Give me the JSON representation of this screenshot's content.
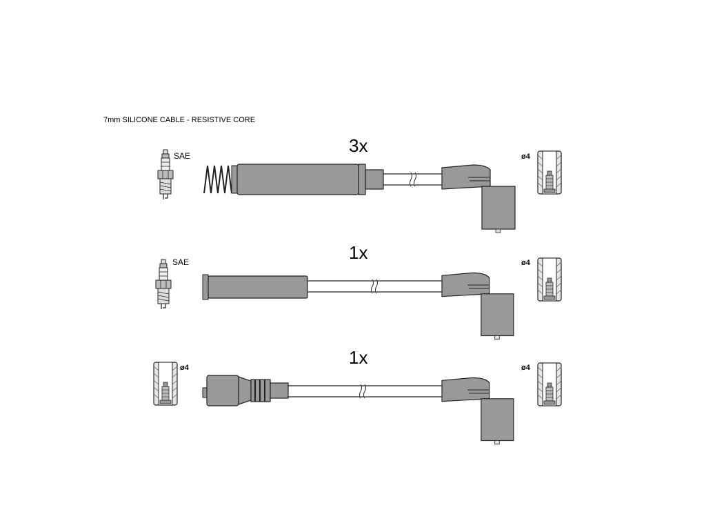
{
  "title": "7mm SILICONE CABLE - RESISTIVE CORE",
  "rows": [
    {
      "quantity": "3x",
      "left_label": "SAE",
      "right_label": "ø4"
    },
    {
      "quantity": "1x",
      "left_label": "SAE",
      "right_label": "ø4"
    },
    {
      "quantity": "1x",
      "left_label": "ø4",
      "right_label": "ø4"
    }
  ],
  "colors": {
    "part_fill": "#999999",
    "outline": "#222222",
    "metal": "#cccccc",
    "background": "#ffffff"
  }
}
